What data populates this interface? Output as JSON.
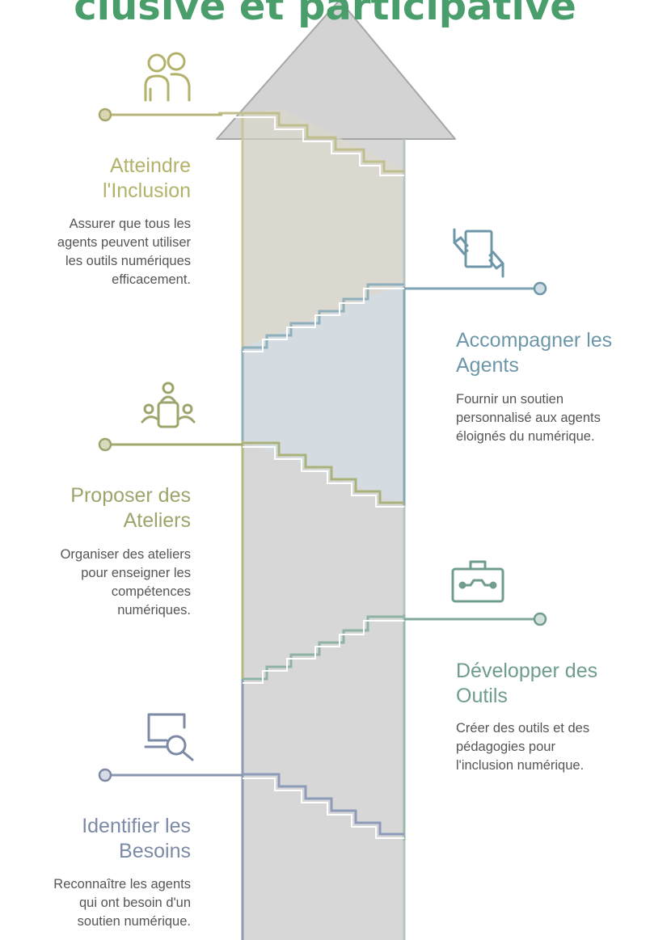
{
  "title": "clusive et participative",
  "steps": [
    {
      "title_l1": "Atteindre",
      "title_l2": "l'Inclusion",
      "desc_l1": "Assurer que tous les",
      "desc_l2": "agents peuvent utiliser",
      "desc_l3": "les outils numériques",
      "desc_l4": "efficacement.",
      "color": "#b3b26a",
      "icon": "people-icon"
    },
    {
      "title_l1": "Accompagner les",
      "title_l2": "Agents",
      "desc_l1": "Fournir un soutien",
      "desc_l2": "personnalisé aux agents",
      "desc_l3": "éloignés du numérique.",
      "color": "#6d97a8",
      "icon": "hands-document-icon"
    },
    {
      "title_l1": "Proposer des",
      "title_l2": "Ateliers",
      "desc_l1": "Organiser des ateliers",
      "desc_l2": "pour enseigner les",
      "desc_l3": "compétences",
      "desc_l4": "numériques.",
      "color": "#9ea46c",
      "icon": "workshop-meeting-icon"
    },
    {
      "title_l1": "Développer des",
      "title_l2": "Outils",
      "desc_l1": "Créer des outils et des",
      "desc_l2": "pédagogies pour",
      "desc_l3": "l'inclusion numérique.",
      "color": "#6f9c8c",
      "icon": "toolbox-icon"
    },
    {
      "title_l1": "Identifier les",
      "title_l2": "Besoins",
      "desc_l1": "Reconnaître les agents",
      "desc_l2": "qui ont besoin d'un",
      "desc_l3": "soutien numérique.",
      "color": "#7d8aa5",
      "icon": "computer-search-icon"
    }
  ]
}
